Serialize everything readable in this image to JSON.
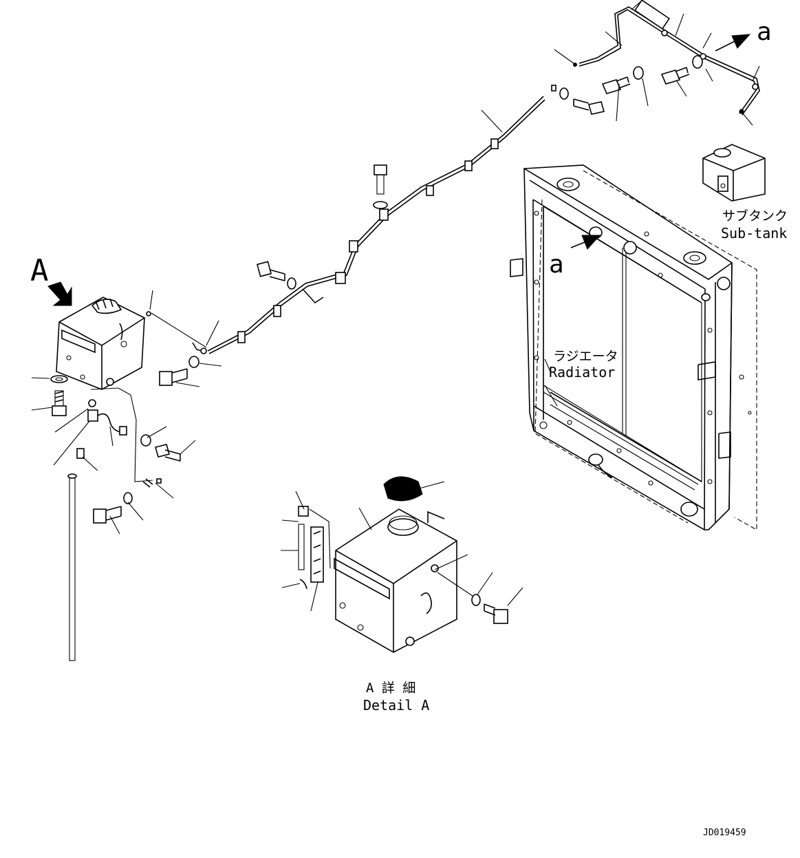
{
  "labels": {
    "view_a_letter": "A",
    "sub_tank_jp": "サブタンク",
    "sub_tank_en": "Sub-tank",
    "arrow_a_top": "a",
    "arrow_a_radiator": "a",
    "radiator_jp": "ラジエータ",
    "radiator_en": "Radiator",
    "detail_jp": "A 詳 細",
    "detail_en": "Detail A",
    "drawing_id": "JD019459"
  }
}
